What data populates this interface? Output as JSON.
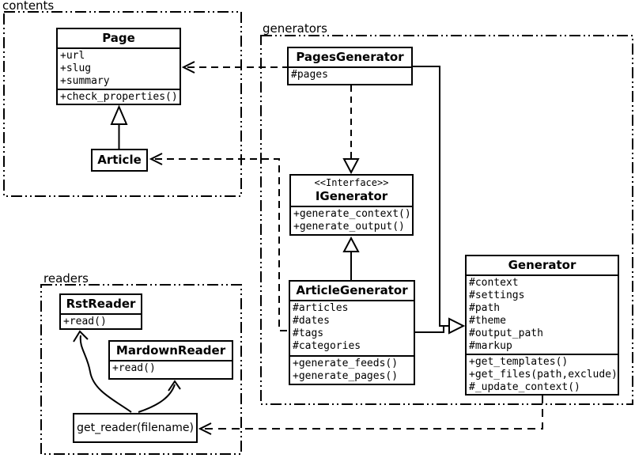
{
  "diagram": {
    "packages": {
      "contents": {
        "label": "contents"
      },
      "generators": {
        "label": "generators"
      },
      "readers": {
        "label": "readers"
      }
    },
    "classes": {
      "page": {
        "name": "Page",
        "attributes": [
          "+url",
          "+slug",
          "+summary"
        ],
        "methods": [
          "+check_properties()"
        ]
      },
      "article": {
        "name": "Article"
      },
      "pages_generator": {
        "name": "PagesGenerator",
        "attributes": [
          "#pages"
        ]
      },
      "igenerator": {
        "stereotype": "<<Interface>>",
        "name": "IGenerator",
        "methods": [
          "+generate_context()",
          "+generate_output()"
        ]
      },
      "article_generator": {
        "name": "ArticleGenerator",
        "attributes": [
          "#articles",
          "#dates",
          "#tags",
          "#categories"
        ],
        "methods": [
          "+generate_feeds()",
          "+generate_pages()"
        ]
      },
      "generator": {
        "name": "Generator",
        "attributes": [
          "#context",
          "#settings",
          "#path",
          "#theme",
          "#output_path",
          "#markup"
        ],
        "methods": [
          "+get_templates()",
          "+get_files(path,exclude)",
          "#_update_context()"
        ]
      },
      "rst_reader": {
        "name": "RstReader",
        "methods": [
          "+read()"
        ]
      },
      "mardown_reader": {
        "name": "MardownReader",
        "methods": [
          "+read()"
        ]
      },
      "get_reader": {
        "name": "get_reader(filename)"
      }
    },
    "relationships": [
      {
        "from": "Article",
        "to": "Page",
        "type": "generalization",
        "line": "solid"
      },
      {
        "from": "PagesGenerator",
        "to": "Page",
        "type": "dependency",
        "line": "dashed"
      },
      {
        "from": "ArticleGenerator",
        "to": "Article",
        "type": "dependency",
        "line": "dashed"
      },
      {
        "from": "PagesGenerator",
        "to": "IGenerator",
        "type": "realization",
        "line": "dashed"
      },
      {
        "from": "ArticleGenerator",
        "to": "IGenerator",
        "type": "generalization",
        "line": "solid"
      },
      {
        "from": "PagesGenerator",
        "to": "Generator",
        "type": "generalization",
        "line": "solid"
      },
      {
        "from": "ArticleGenerator",
        "to": "Generator",
        "type": "generalization",
        "line": "solid"
      },
      {
        "from": "Generator",
        "to": "get_reader(filename)",
        "type": "dependency",
        "line": "dashed"
      },
      {
        "from": "get_reader(filename)",
        "to": "RstReader",
        "type": "dependency",
        "line": "curved"
      },
      {
        "from": "get_reader(filename)",
        "to": "MardownReader",
        "type": "dependency",
        "line": "curved"
      }
    ],
    "colors": {
      "line": "#000000",
      "background": "#ffffff",
      "box_fill": "#ffffff"
    }
  }
}
